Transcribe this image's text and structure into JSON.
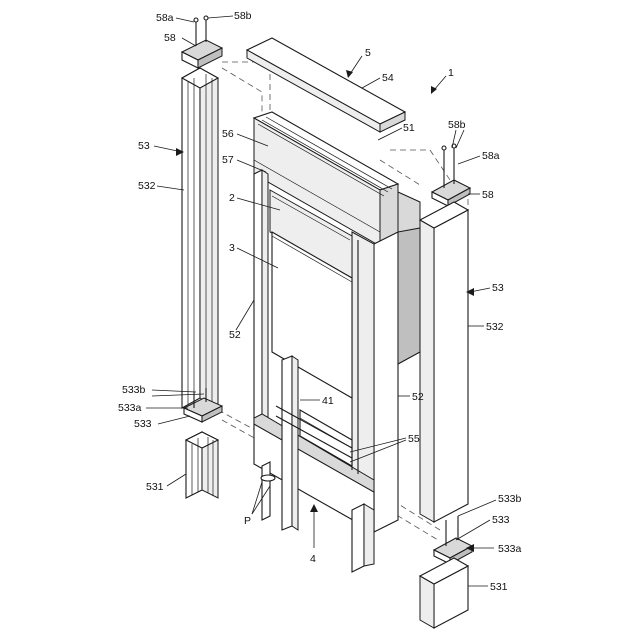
{
  "labels": {
    "l1": "1",
    "l2": "2",
    "l3": "3",
    "l4": "4",
    "l5": "5",
    "l41": "41",
    "l51": "51",
    "l52a": "52",
    "l52b": "52",
    "l53a": "53",
    "l53b": "53",
    "l54": "54",
    "l55": "55",
    "l56": "56",
    "l57": "57",
    "l58a": "58",
    "l58b": "58",
    "l58a_top": "58a",
    "l58b_top": "58b",
    "l58b_right": "58b",
    "l58a_right": "58a",
    "l531a": "531",
    "l531b": "531",
    "l532a": "532",
    "l532b": "532",
    "l533a": "533",
    "l533b": "533",
    "l533a_left": "533a",
    "l533b_left": "533b",
    "l533b_right": "533b",
    "l533a_right": "533a",
    "lP": "P"
  }
}
